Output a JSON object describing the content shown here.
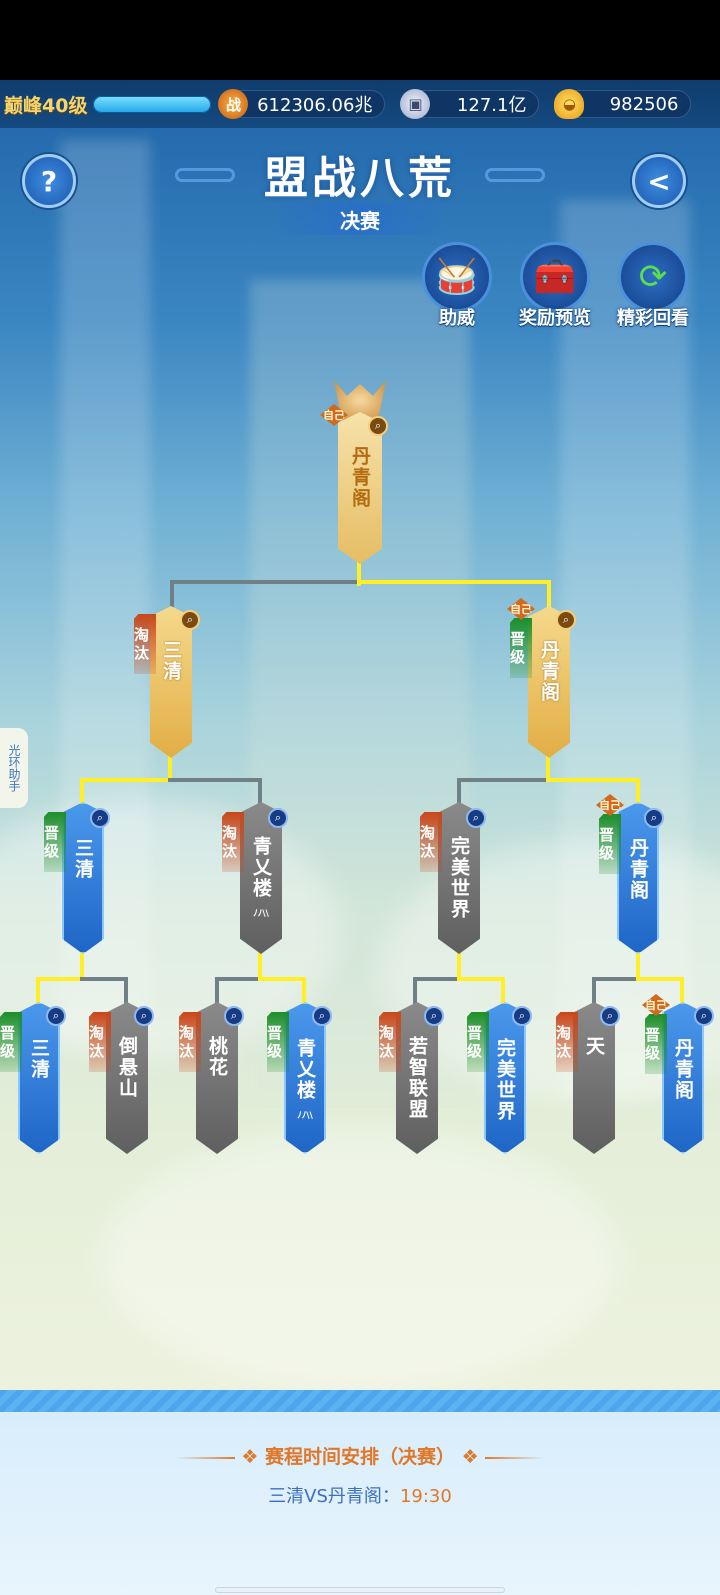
{
  "status_bar": {
    "level": "巅峰40级",
    "power_icon": "战",
    "power_value": "612306.06兆",
    "coin_value": "127.1亿",
    "ingot_value": "982506"
  },
  "header": {
    "help_icon": "?",
    "back_icon": "<",
    "title": "盟战八荒",
    "subtitle": "决赛"
  },
  "features": [
    {
      "label": "助威",
      "icon": "drum-icon"
    },
    {
      "label": "奖励预览",
      "icon": "treasure-chest-icon"
    },
    {
      "label": "精彩回看",
      "icon": "replay-icon"
    }
  ],
  "side_helper": {
    "label": "光环助手"
  },
  "bracket": {
    "champion": {
      "name": "丹青阁",
      "self_tag": "自己"
    },
    "semifinal": [
      {
        "name": "三清",
        "status": "淘汰"
      },
      {
        "name": "丹青阁",
        "status": "晋级",
        "self_tag": "自己"
      }
    ],
    "quarterfinal": [
      {
        "name": "三清",
        "status": "晋级"
      },
      {
        "name": "青乂楼",
        "sub": "ﾉﾉ\\\\",
        "status": "淘汰"
      },
      {
        "name": "完美世界",
        "status": "淘汰"
      },
      {
        "name": "丹青阁",
        "status": "晋级",
        "self_tag": "自己"
      }
    ],
    "round_of_8": [
      {
        "name": "三清",
        "status": "晋级"
      },
      {
        "name": "倒悬山",
        "status": "淘汰"
      },
      {
        "name": "桃花",
        "status": "淘汰"
      },
      {
        "name": "青乂楼",
        "sub": "ﾉﾉ\\\\",
        "status": "晋级"
      },
      {
        "name": "若智联盟",
        "status": "淘汰"
      },
      {
        "name": "完美世界",
        "status": "晋级"
      },
      {
        "name": "天",
        "status": "淘汰"
      },
      {
        "name": "丹青阁",
        "status": "晋级",
        "self_tag": "自己"
      }
    ],
    "magnifier_icon": "🔍",
    "colors": {
      "win_line": "#ffef24",
      "lose_line": "#6f8086",
      "win_banner": "#1f66c6",
      "lose_banner": "#6a6a6a",
      "gold_banner": "#e2ae45",
      "promoted_tag": "#1d8e2a",
      "eliminated_tag": "#c9471a"
    }
  },
  "schedule": {
    "title": "赛程时间安排（决赛）",
    "match": "三清VS丹青阁：",
    "time": "19:30"
  }
}
